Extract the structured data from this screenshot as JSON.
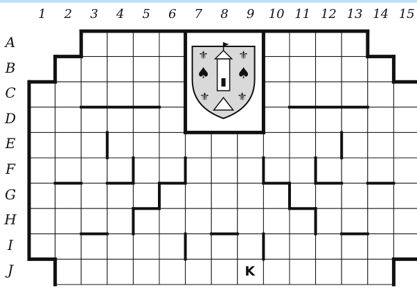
{
  "colors": {
    "accent_strip": "#bfe3f5",
    "grid": "#111111",
    "wall": "#111111",
    "shield_fill": "#d9d9d9"
  },
  "columns": [
    "1",
    "2",
    "3",
    "4",
    "5",
    "6",
    "7",
    "8",
    "9",
    "10",
    "11",
    "12",
    "13",
    "14",
    "15"
  ],
  "rows": [
    "A",
    "B",
    "C",
    "D",
    "E",
    "F",
    "G",
    "H",
    "I",
    "J"
  ],
  "marker": {
    "label": "K",
    "col": 9,
    "row": "J"
  },
  "emblem": {
    "icon": "coat-of-arms-icon"
  }
}
